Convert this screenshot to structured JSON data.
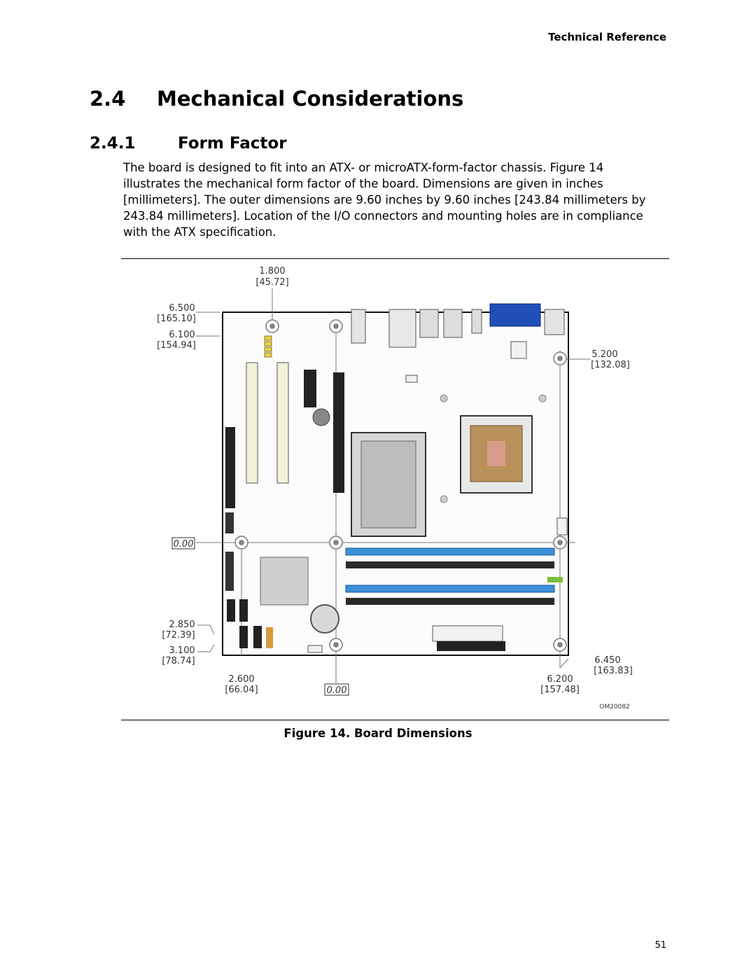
{
  "header": {
    "running_head": "Technical Reference"
  },
  "section": {
    "number": "2.4",
    "title": "Mechanical Considerations"
  },
  "subsection": {
    "number": "2.4.1",
    "title": "Form Factor"
  },
  "paragraph": "The board is designed to fit into an ATX- or microATX-form-factor chassis. Figure 14 illustrates the mechanical form factor of the board. Dimensions are given in inches [millimeters]. The outer dimensions are 9.60 inches by 9.60 inches [243.84 millimeters by 243.84 millimeters]. Location of the I/O connectors and mounting holes are in compliance with the ATX specification.",
  "figure": {
    "caption": "Figure 14.  Board Dimensions",
    "drawing_id": "OM20082",
    "dimensions": {
      "top_hole": {
        "inch": "1.800",
        "mm": "[45.72]"
      },
      "left_top": {
        "inch": "6.500",
        "mm": "[165.10]"
      },
      "left_top2": {
        "inch": "6.100",
        "mm": "[154.94]"
      },
      "right_hole": {
        "inch": "5.200",
        "mm": "[132.08]"
      },
      "origin_y": "0.00",
      "left_lower": {
        "inch": "2.850",
        "mm": "[72.39]"
      },
      "left_lower2": {
        "inch": "3.100",
        "mm": "[78.74]"
      },
      "right_bottom": {
        "inch": "6.450",
        "mm": "[163.83]"
      },
      "bottom_left": {
        "inch": "2.600",
        "mm": "[66.04]"
      },
      "origin_x": "0.00",
      "bottom_right": {
        "inch": "6.200",
        "mm": "[157.48]"
      }
    }
  },
  "page_number": "51",
  "colors": {
    "dimm_blue": "#3d8fd8",
    "dimm_black": "#2a2a2a",
    "vga_blue": "#1f4fb8",
    "cpu_socket": "#b8925a"
  }
}
